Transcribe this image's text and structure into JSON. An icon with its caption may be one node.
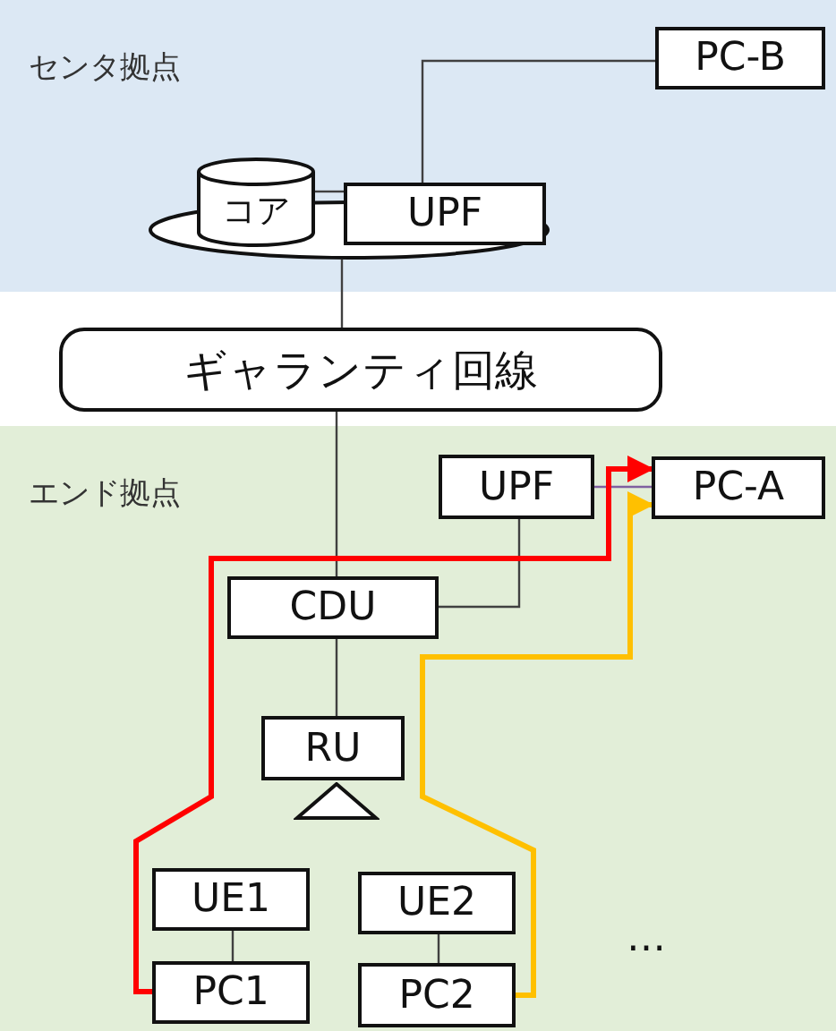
{
  "diagram": {
    "nodes": [
      {
        "text": [
          "センタ拠点"
        ]
      },
      {
        "text": [],
        "shape": "ellipse",
        "in": 0
      },
      {
        "text": [
          "コア"
        ],
        "in": 0
      },
      {
        "text": [
          "UPF"
        ],
        "in": 0
      },
      {
        "text": [
          "PC-B"
        ],
        "in": 0
      },
      {
        "text": [
          "ギャランティ回線"
        ]
      },
      {
        "text": [
          "エンド拠点"
        ]
      },
      {
        "text": [
          "UPF"
        ],
        "in": 6
      },
      {
        "text": [
          "PC-A"
        ],
        "in": 6
      },
      {
        "text": [
          "CDU"
        ],
        "in": 6
      },
      {
        "text": [
          "RU"
        ],
        "in": 6
      },
      {
        "text": [
          "UE1"
        ],
        "in": 6
      },
      {
        "text": [
          "UE2"
        ],
        "in": 6
      },
      {
        "text": [
          "PC1"
        ],
        "in": 6
      },
      {
        "text": [
          "PC2"
        ],
        "in": 6
      }
    ],
    "edges": [
      {
        "from": 2,
        "to": 3,
        "arrow": "none"
      },
      {
        "from": 3,
        "to": 4,
        "arrow": "none"
      },
      {
        "from": 1,
        "to": 5,
        "arrow": "none"
      },
      {
        "from": 5,
        "to": 9,
        "arrow": "none"
      },
      {
        "from": 9,
        "to": 10,
        "arrow": "none"
      },
      {
        "from": 9,
        "to": 7,
        "arrow": "none"
      },
      {
        "from": 7,
        "to": 8,
        "arrow": "none",
        "color": "#7f60a0"
      },
      {
        "from": 13,
        "to": 8,
        "arrow": "to",
        "style": "thick",
        "color": "#ff0000"
      },
      {
        "from": 14,
        "to": 8,
        "arrow": "to",
        "style": "thick",
        "color": "#ffc000"
      },
      {
        "from": 11,
        "to": 13,
        "arrow": "none"
      },
      {
        "from": 12,
        "to": 14,
        "arrow": "none"
      }
    ],
    "labels": [
      "…"
    ]
  }
}
